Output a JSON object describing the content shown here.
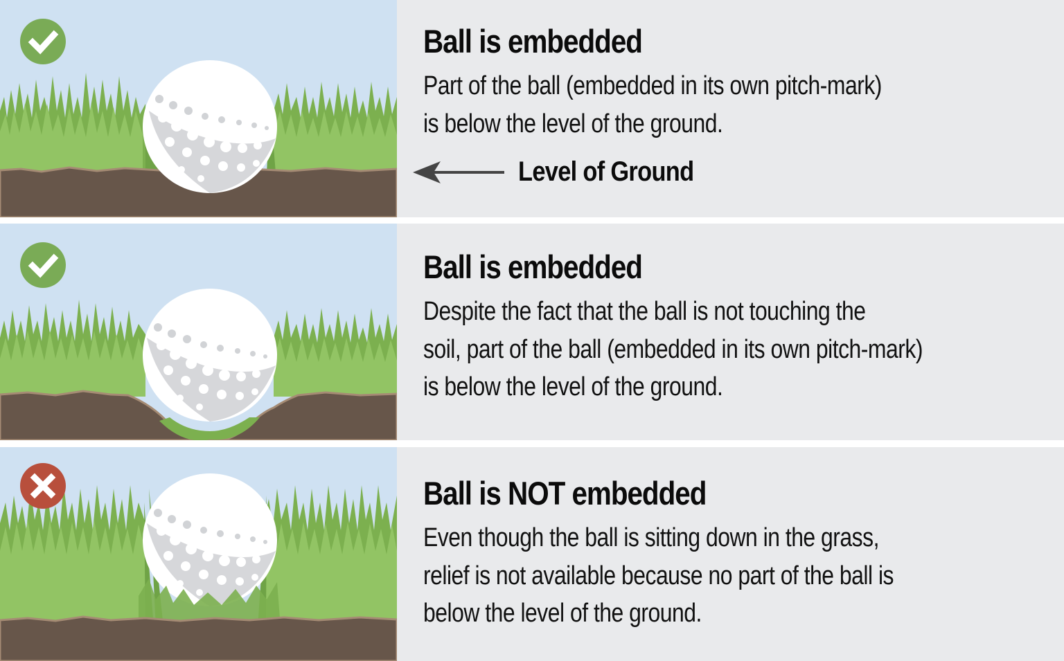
{
  "colors": {
    "sky": "#cfe1f2",
    "panel_bg": "#e9eaec",
    "soil": "#67564a",
    "soil_edge": "#a58b74",
    "grass_light": "#8fbf5e",
    "grass_dark": "#5f9a3c",
    "ball": "#ffffff",
    "dimple": "#d1d3d6",
    "check_green": "#7aab56",
    "cross_red": "#b84f3c",
    "arrow": "#444444"
  },
  "panels": [
    {
      "status": "correct",
      "status_icon": "check-icon",
      "title": "Ball is embedded",
      "description_lines": [
        "Part of the ball (embedded in its own pitch-mark)",
        "is below the level of the ground."
      ],
      "annotation": {
        "icon": "arrow-left-icon",
        "label": "Level of Ground"
      }
    },
    {
      "status": "correct",
      "status_icon": "check-icon",
      "title": "Ball is embedded",
      "description_lines": [
        "Despite the fact that the ball is not touching the",
        "soil, part of the ball (embedded in its own pitch-mark)",
        "is below the level of the ground."
      ]
    },
    {
      "status": "incorrect",
      "status_icon": "cross-icon",
      "title": "Ball is NOT embedded",
      "description_lines": [
        "Even though the ball is sitting down in the grass,",
        "relief is not available because no part of the ball is",
        "below the level of the ground."
      ]
    }
  ]
}
